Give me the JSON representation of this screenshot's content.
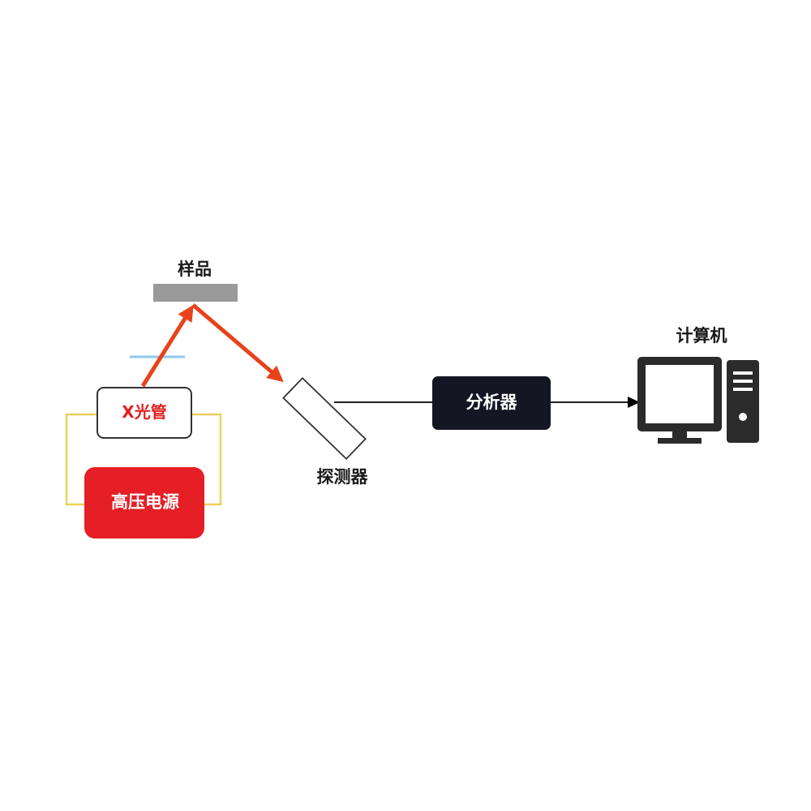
{
  "labels": {
    "sample": "样品",
    "xray_tube": "X光管",
    "hv_power": "高压电源",
    "detector": "探测器",
    "analyzer": "分析器",
    "computer": "计算机"
  },
  "colors": {
    "beam": "#e8421a",
    "hv_box": "#e51f25",
    "xray_text": "#e02020",
    "wire": "#ecd15a",
    "sample_plate": "#9a9a9a",
    "filter": "#8ec9ef",
    "analyzer_box": "#141624",
    "computer": "#2b2b2b",
    "connector": "#000000"
  }
}
